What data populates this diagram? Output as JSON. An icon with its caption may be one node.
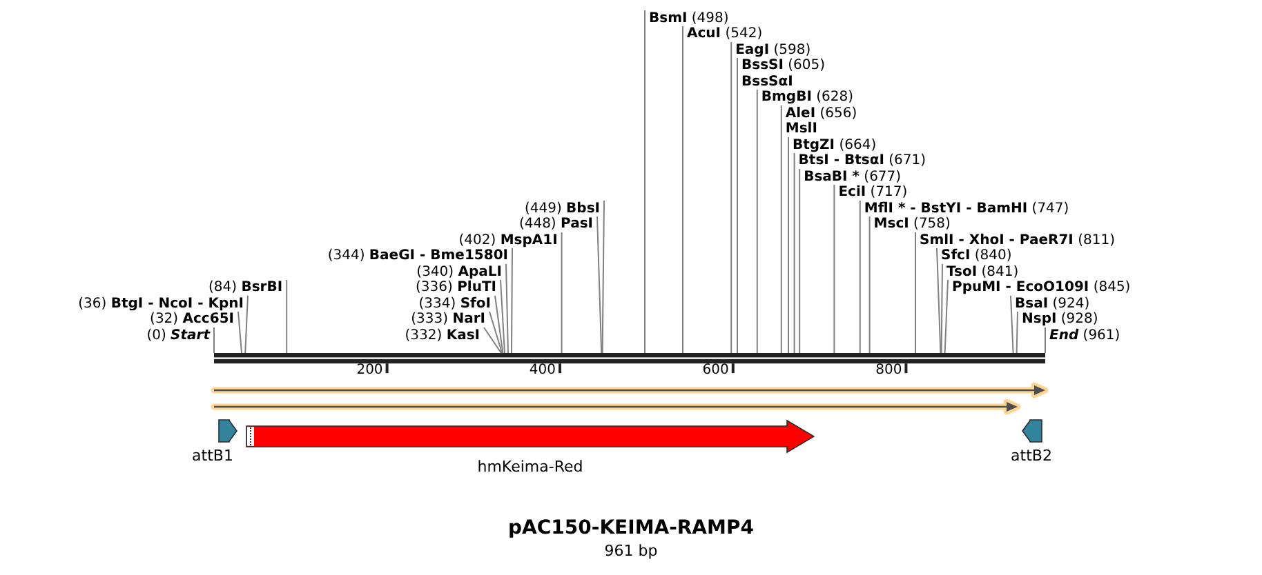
{
  "diagram": {
    "title": "pAC150-KEIMA-RAMP4",
    "caption": "961 bp",
    "nodes": [
      {
        "text": [
          "(0)",
          "Start"
        ]
      },
      {
        "text": [
          "(32)",
          "Acc65I"
        ]
      },
      {
        "text": [
          "(36)",
          "BtgI - NcoI - KpnI"
        ]
      },
      {
        "text": [
          "(84)",
          "BsrBI"
        ]
      },
      {
        "text": [
          "(332)",
          "KasI"
        ]
      },
      {
        "text": [
          "(333)",
          "NarI"
        ]
      },
      {
        "text": [
          "(334)",
          "SfoI"
        ]
      },
      {
        "text": [
          "(336)",
          "PluTI"
        ]
      },
      {
        "text": [
          "(340)",
          "ApaLI"
        ]
      },
      {
        "text": [
          "(344)",
          "BaeGI - Bme1580I"
        ]
      },
      {
        "text": [
          "(402)",
          "MspA1I"
        ]
      },
      {
        "text": [
          "(448)",
          "PasI"
        ]
      },
      {
        "text": [
          "(449)",
          "BbsI"
        ]
      },
      {
        "text": [
          "BsmI",
          "(498)"
        ]
      },
      {
        "text": [
          "AcuI",
          "(542)"
        ]
      },
      {
        "text": [
          "EagI",
          "(598)"
        ]
      },
      {
        "text": [
          "BssSI",
          "(605)",
          "BssSαI"
        ]
      },
      {
        "text": [
          "BmgBI",
          "(628)"
        ]
      },
      {
        "text": [
          "AleI",
          "(656)",
          "MslI"
        ]
      },
      {
        "text": [
          "BtgZI",
          "(664)"
        ]
      },
      {
        "text": [
          "BtsI - BtsαI",
          "(671)"
        ]
      },
      {
        "text": [
          "BsaBI *",
          "(677)"
        ]
      },
      {
        "text": [
          "EciI",
          "(717)"
        ]
      },
      {
        "text": [
          "MflI * - BstYI - BamHI",
          "(747)"
        ]
      },
      {
        "text": [
          "MscI",
          "(758)"
        ]
      },
      {
        "text": [
          "SmlI - XhoI - PaeR7I",
          "(811)"
        ]
      },
      {
        "text": [
          "SfcI",
          "(840)"
        ]
      },
      {
        "text": [
          "TsoI",
          "(841)"
        ]
      },
      {
        "text": [
          "PpuMI - EcoO109I",
          "(845)"
        ]
      },
      {
        "text": [
          "BsaI",
          "(924)"
        ]
      },
      {
        "text": [
          "NspI",
          "(928)"
        ]
      },
      {
        "text": [
          "End",
          "(961)"
        ]
      },
      {
        "text": [],
        "shape": "bar"
      },
      {
        "text": [],
        "shape": "arrow"
      },
      {
        "text": [],
        "shape": "arrow"
      },
      {
        "text": [
          "attB1"
        ]
      },
      {
        "text": [
          "hmKeima-Red"
        ]
      },
      {
        "text": [
          "attB2"
        ]
      }
    ],
    "edges": [
      {
        "from": 0,
        "to": 32,
        "arrow": "none"
      },
      {
        "from": 1,
        "to": 32,
        "arrow": "none"
      },
      {
        "from": 2,
        "to": 32,
        "arrow": "none"
      },
      {
        "from": 3,
        "to": 32,
        "arrow": "none"
      },
      {
        "from": 4,
        "to": 32,
        "arrow": "none"
      },
      {
        "from": 5,
        "to": 32,
        "arrow": "none"
      },
      {
        "from": 6,
        "to": 32,
        "arrow": "none"
      },
      {
        "from": 7,
        "to": 32,
        "arrow": "none"
      },
      {
        "from": 8,
        "to": 32,
        "arrow": "none"
      },
      {
        "from": 9,
        "to": 32,
        "arrow": "none"
      },
      {
        "from": 10,
        "to": 32,
        "arrow": "none"
      },
      {
        "from": 11,
        "to": 32,
        "arrow": "none"
      },
      {
        "from": 12,
        "to": 32,
        "arrow": "none"
      },
      {
        "from": 13,
        "to": 32,
        "arrow": "none"
      },
      {
        "from": 14,
        "to": 32,
        "arrow": "none"
      },
      {
        "from": 15,
        "to": 32,
        "arrow": "none"
      },
      {
        "from": 16,
        "to": 32,
        "arrow": "none"
      },
      {
        "from": 17,
        "to": 32,
        "arrow": "none"
      },
      {
        "from": 18,
        "to": 32,
        "arrow": "none"
      },
      {
        "from": 19,
        "to": 32,
        "arrow": "none"
      },
      {
        "from": 20,
        "to": 32,
        "arrow": "none"
      },
      {
        "from": 21,
        "to": 32,
        "arrow": "none"
      },
      {
        "from": 22,
        "to": 32,
        "arrow": "none"
      },
      {
        "from": 23,
        "to": 32,
        "arrow": "none"
      },
      {
        "from": 24,
        "to": 32,
        "arrow": "none"
      },
      {
        "from": 25,
        "to": 32,
        "arrow": "none"
      },
      {
        "from": 26,
        "to": 32,
        "arrow": "none"
      },
      {
        "from": 27,
        "to": 32,
        "arrow": "none"
      },
      {
        "from": 28,
        "to": 32,
        "arrow": "none"
      },
      {
        "from": 29,
        "to": 32,
        "arrow": "none"
      },
      {
        "from": 30,
        "to": 32,
        "arrow": "none"
      },
      {
        "from": 31,
        "to": 32,
        "arrow": "none"
      }
    ],
    "labels": [
      "200",
      "400",
      "600",
      "800"
    ]
  }
}
